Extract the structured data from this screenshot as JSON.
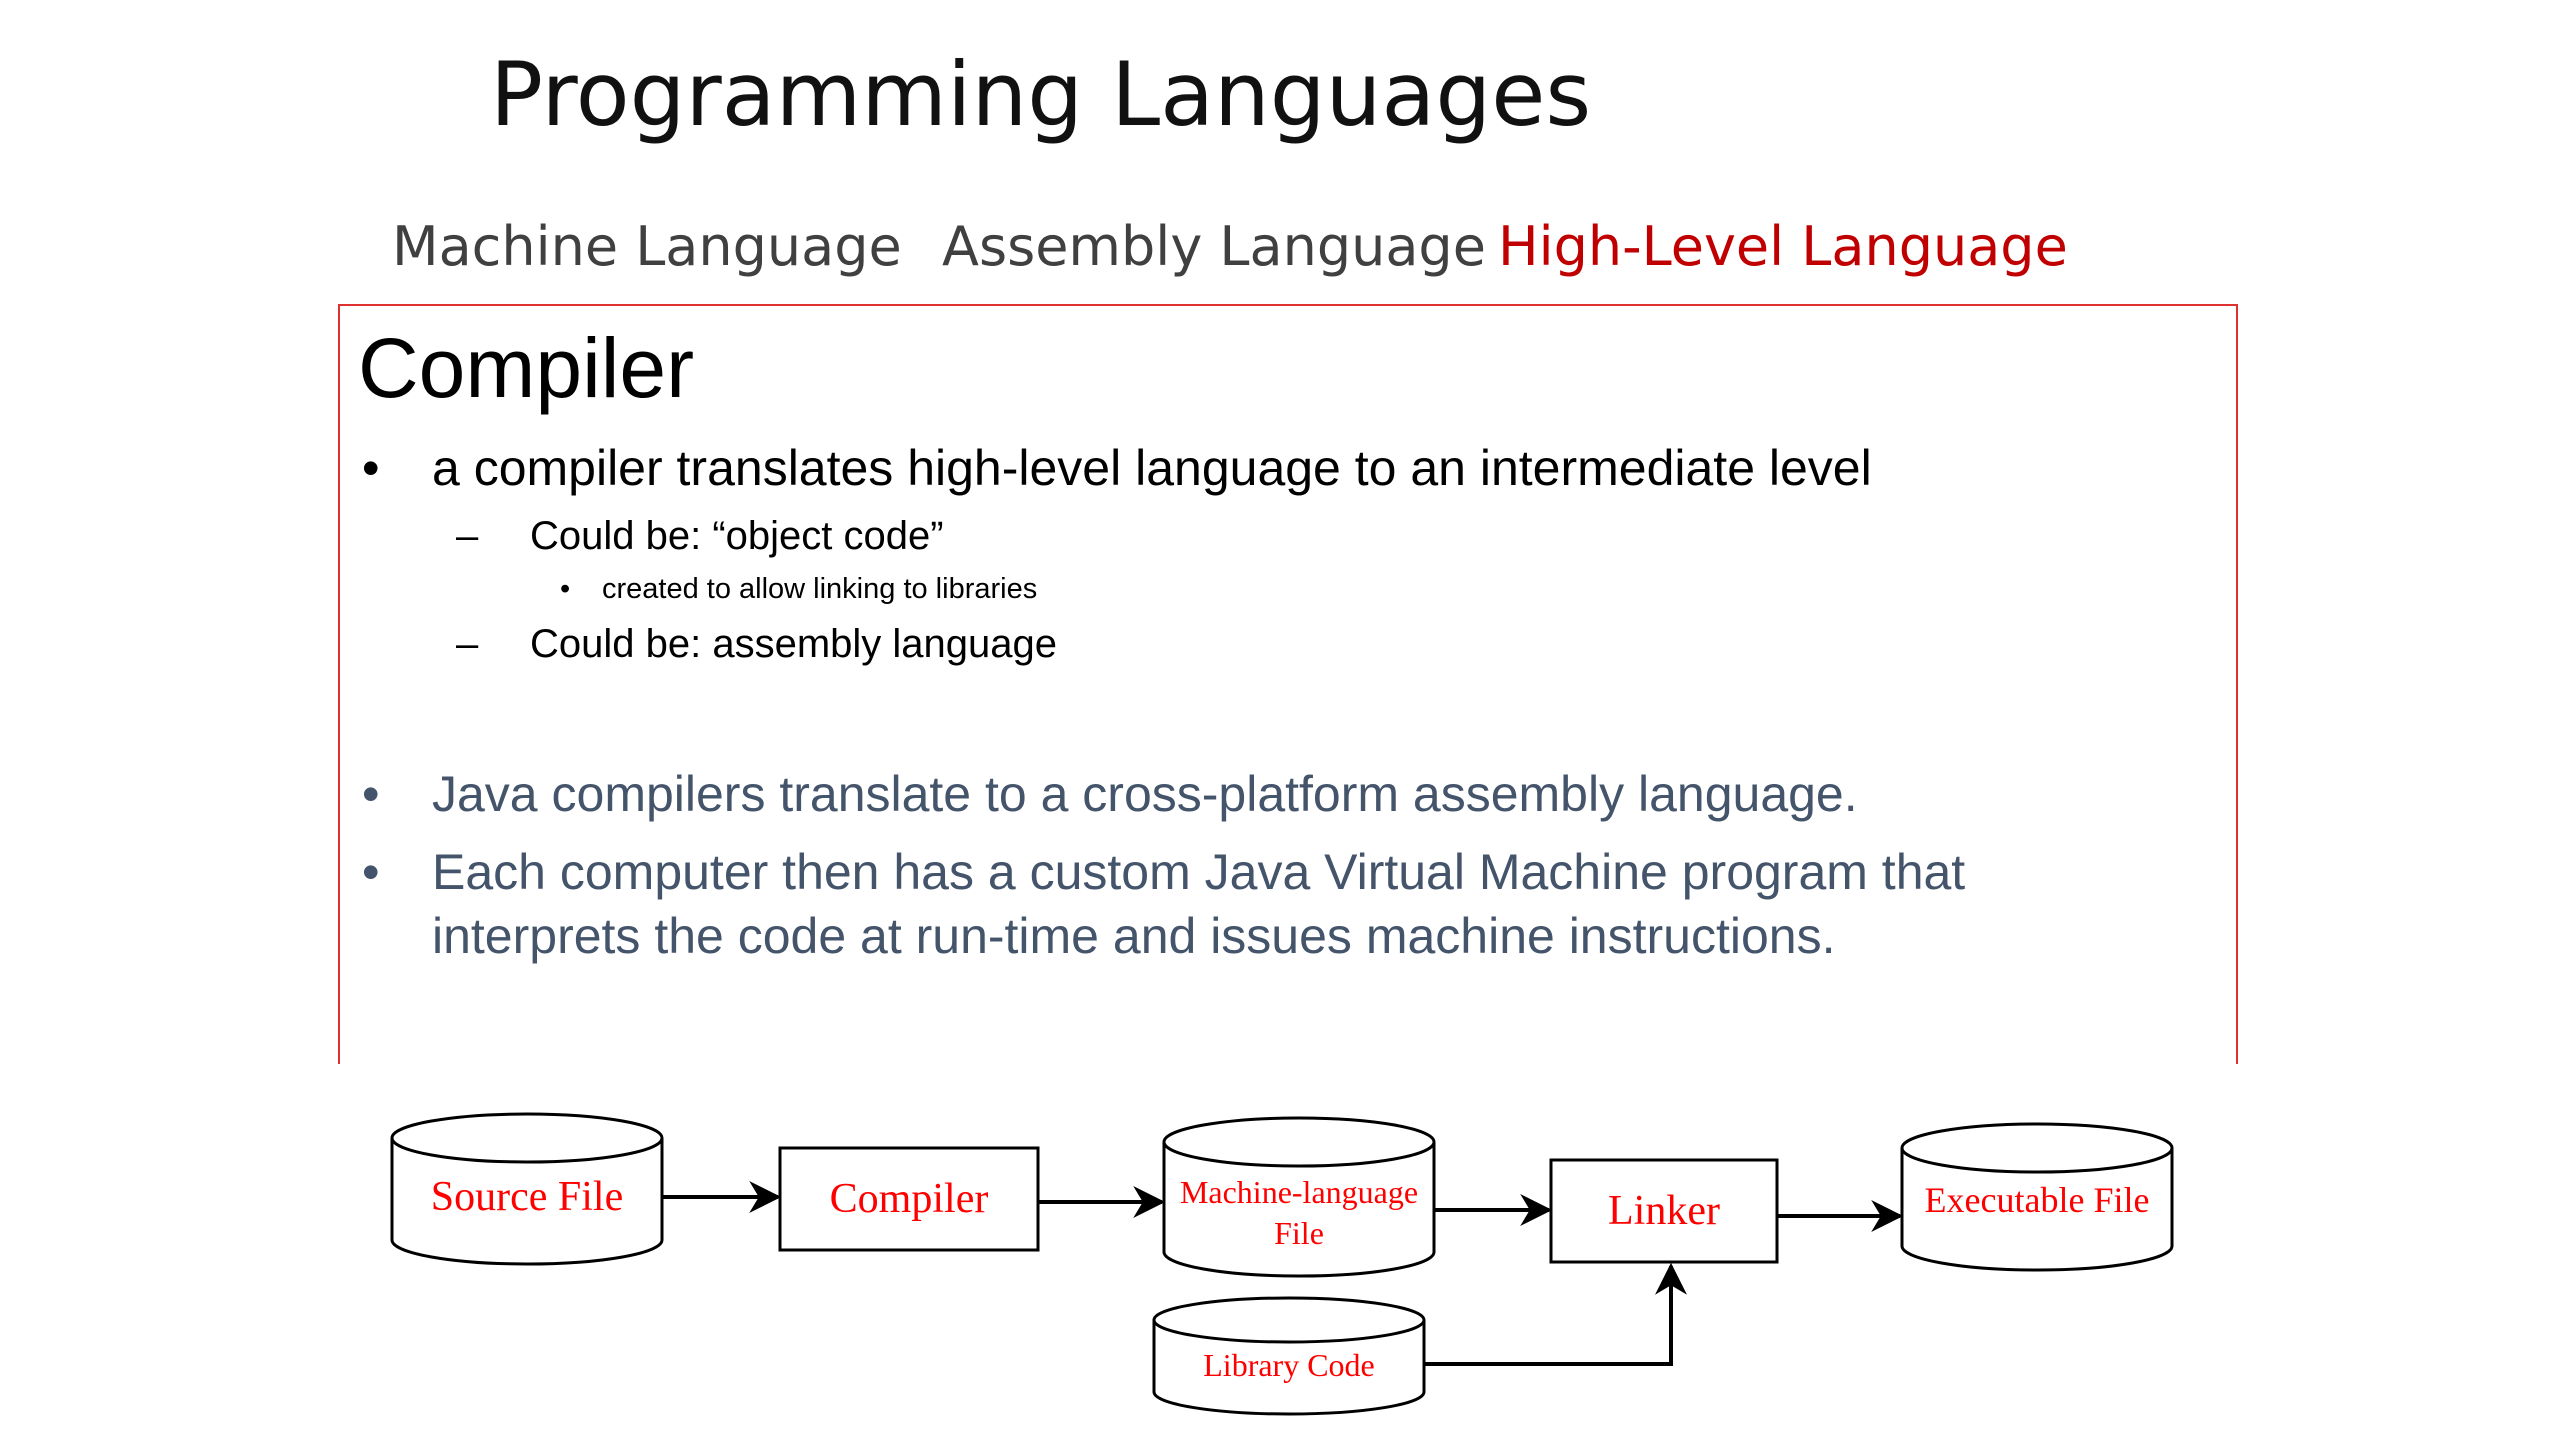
{
  "slide": {
    "title": "Programming Languages",
    "tabs": [
      {
        "label": "Machine Language",
        "color": "#404040"
      },
      {
        "label": "Assembly Language",
        "color": "#404040"
      },
      {
        "label": "High-Level Language",
        "color": "#c00000"
      }
    ],
    "box_border_color": "#e03030",
    "heading": "Compiler",
    "bullets": {
      "b1": "a compiler translates high-level language to an intermediate level",
      "b1_sub1": "Could be: “object code”",
      "b1_sub1_sub": "created to allow linking to  libraries",
      "b1_sub2": "Could be: assembly language",
      "b2": "Java compilers translate to a cross-platform assembly language.",
      "b3_line1": "Each computer then has a custom Java Virtual Machine program that",
      "b3_line2": "interprets the code at run-time and issues machine instructions."
    },
    "marks": {
      "bullet": "•",
      "dash": "–"
    }
  },
  "diagram": {
    "label_color": "#ff0000",
    "nodes": {
      "source_file": "Source File",
      "compiler": "Compiler",
      "machine_file_line1": "Machine-language",
      "machine_file_line2": "File",
      "linker": "Linker",
      "executable_file": "Executable File",
      "library_code": "Library Code"
    }
  }
}
